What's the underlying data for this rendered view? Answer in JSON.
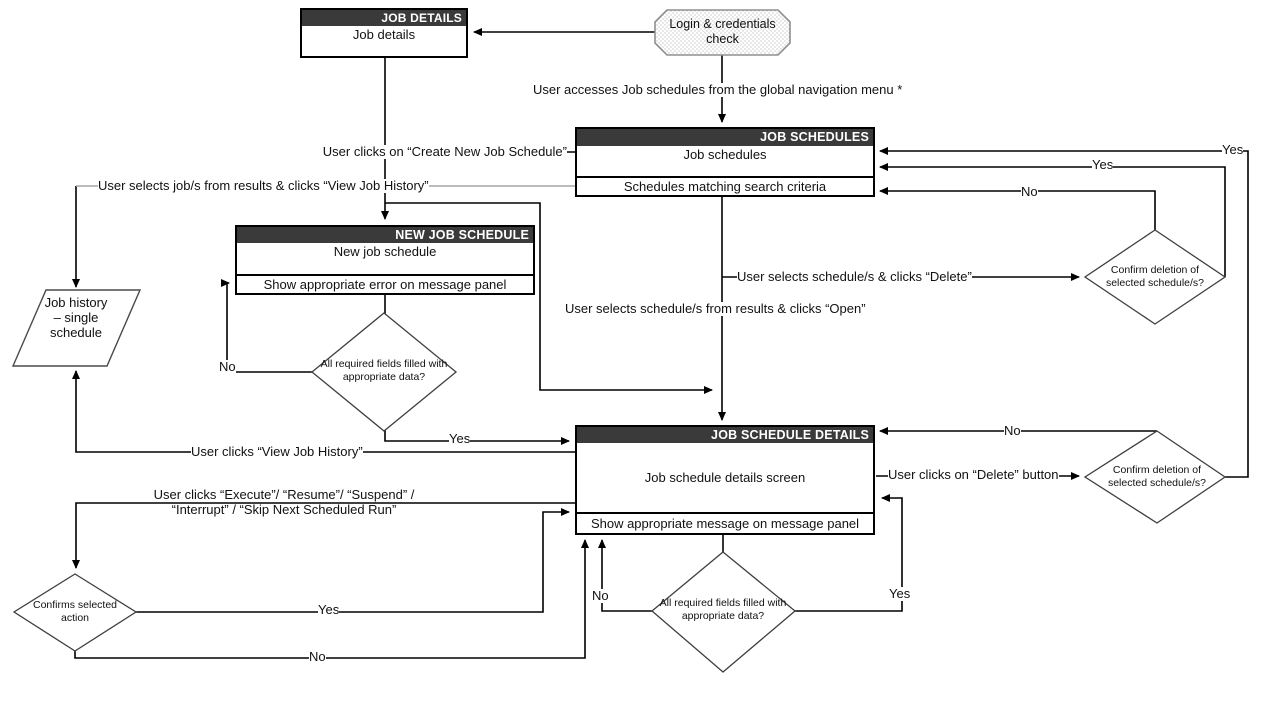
{
  "screens": {
    "job_details": {
      "header": "JOB DETAILS",
      "body": "Job details"
    },
    "job_schedules": {
      "header": "JOB SCHEDULES",
      "body": "Job schedules",
      "subrow": "Schedules matching search criteria"
    },
    "new_job_schedule": {
      "header": "NEW JOB SCHEDULE",
      "body": "New job schedule",
      "subrow": "Show appropriate error on message panel"
    },
    "job_schedule_details": {
      "header": "JOB SCHEDULE DETAILS",
      "body": "Job schedule details screen",
      "subrow": "Show appropriate message on message panel"
    }
  },
  "nodes": {
    "login": "Login & credentials check",
    "job_history": "Job history – single schedule"
  },
  "decisions": {
    "fields_new": "All required fields filled with appropriate data?",
    "fields_details": "All required fields filled with appropriate data?",
    "confirm_delete_schedules": "Confirm deletion of selected schedule/s?",
    "confirm_delete_details": "Confirm deletion of selected schedule/s?",
    "confirms_action": "Confirms selected action"
  },
  "edge_labels": {
    "global_nav": "User accesses Job schedules from the global navigation menu *",
    "create_new": "User clicks on “Create New Job Schedule”",
    "select_view_history": "User selects job/s from results & clicks “View Job History”",
    "select_open": "User selects schedule/s from results & clicks “Open”",
    "select_delete": "User selects schedule/s & clicks “Delete”",
    "click_delete_button": "User clicks on “Delete” button",
    "click_view_history": "User clicks “View Job History”",
    "click_actions": "User clicks “Execute”/ “Resume”/ “Suspend” / “Interrupt” / “Skip Next Scheduled Run”",
    "yes": "Yes",
    "no": "No"
  },
  "colors": {
    "header_bg": "#3a3a3a",
    "line": "#000000",
    "gray_line": "#a6a6a6"
  }
}
